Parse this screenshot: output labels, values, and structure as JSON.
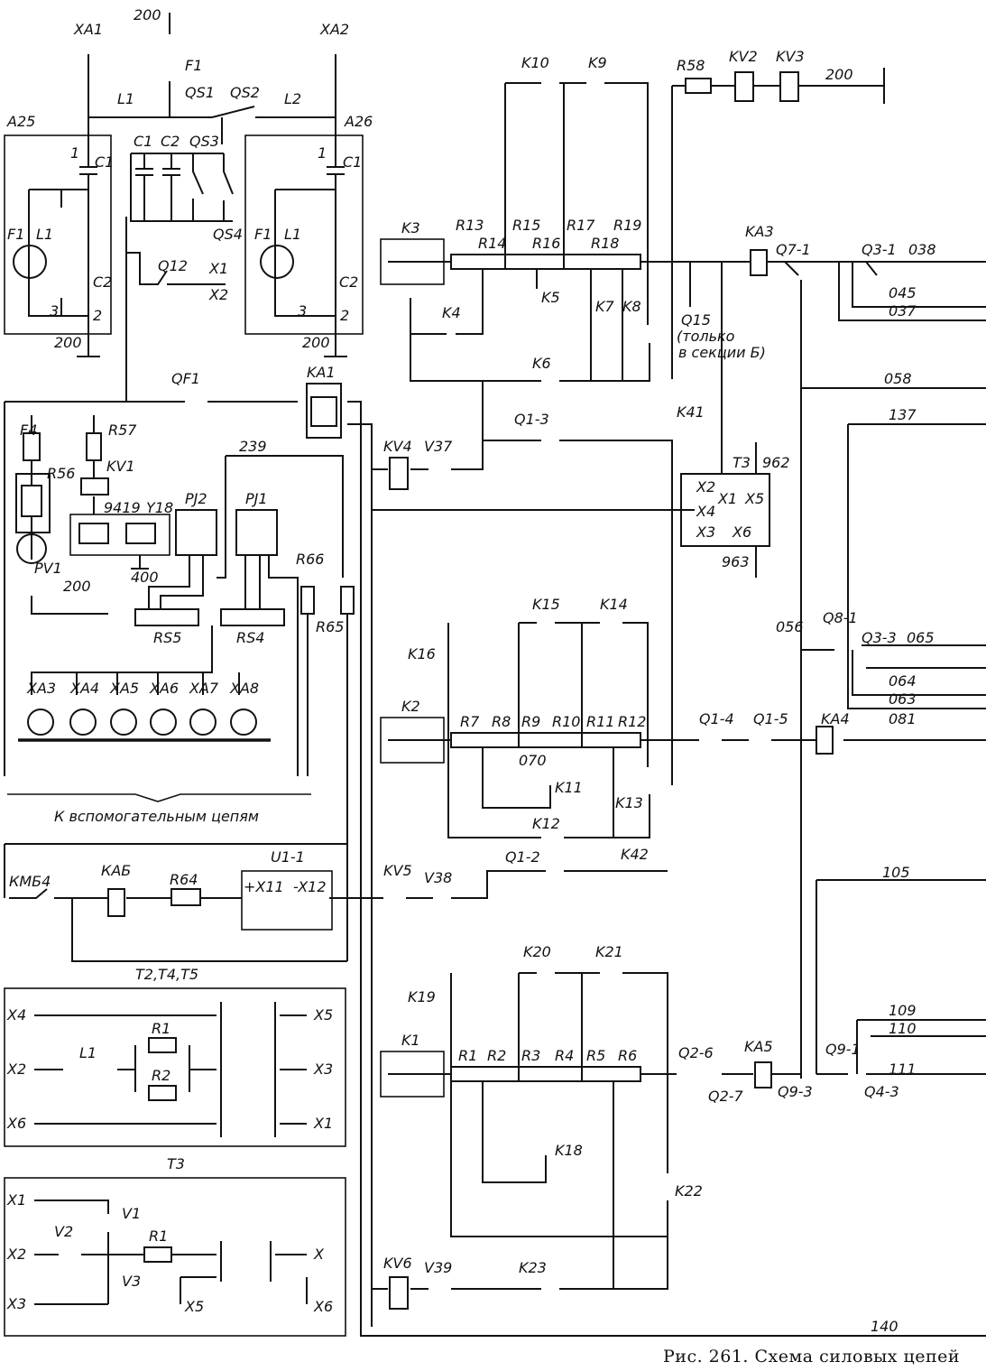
{
  "caption": "Рис. 261. Схема силовых цепей",
  "aux_circuits_label": "К вспомогательным цепям",
  "t_group_title": "Т2,Т4,Т5",
  "t3_title": "Т3",
  "q15_note": [
    "Q15",
    "(только",
    "в секции Б)"
  ],
  "labels": {
    "XA1": "XA1",
    "XA2": "XA2",
    "F1": "F1",
    "n200": "200",
    "L1": "L1",
    "L2": "L2",
    "QS1": "QS1",
    "QS2": "QS2",
    "A25": "A25",
    "A26": "A26",
    "C1": "C1",
    "C2": "C2",
    "QS3": "QS3",
    "QS4": "QS4",
    "Q12": "Q12",
    "X1": "X1",
    "X2": "X2",
    "X3": "X3",
    "X4": "X4",
    "X5": "X5",
    "X6": "X6",
    "X": "X",
    "n1": "1",
    "n2": "2",
    "n3": "3",
    "QF1": "QF1",
    "KA1": "KA1",
    "F4": "F4",
    "R57": "R57",
    "R56": "R56",
    "KV1": "KV1",
    "n9419": "9419",
    "Y18": "Y18",
    "n400": "400",
    "PJ2": "PJ2",
    "PJ1": "PJ1",
    "n239": "239",
    "R66": "R66",
    "R65": "R65",
    "PV1": "PV1",
    "RS5": "RS5",
    "RS4": "RS4",
    "XA3": "XA3",
    "XA4": "XA4",
    "XA5": "XA5",
    "XA6": "XA6",
    "XA7": "XA7",
    "XA8": "XA8",
    "KMB4": "КМБ4",
    "KAB": "КАБ",
    "R64": "R64",
    "U1_1": "U1-1",
    "pX11": "+X11",
    "mX12": "-X12",
    "R1": "R1",
    "R2": "R2",
    "R3": "R3",
    "R4": "R4",
    "R5": "R5",
    "R6": "R6",
    "R7": "R7",
    "R8": "R8",
    "R9": "R9",
    "R10": "R10",
    "R11": "R11",
    "R12": "R12",
    "R13": "R13",
    "R14": "R14",
    "R15": "R15",
    "R16": "R16",
    "R17": "R17",
    "R18": "R18",
    "R19": "R19",
    "R58": "R58",
    "V1": "V1",
    "V2": "V2",
    "V3": "V3",
    "V37": "V37",
    "V38": "V38",
    "V39": "V39",
    "K1": "K1",
    "K2": "K2",
    "K3": "K3",
    "K4": "K4",
    "K5": "K5",
    "K6": "K6",
    "K7": "K7",
    "K8": "K8",
    "K9": "K9",
    "K10": "K10",
    "K11": "K11",
    "K12": "K12",
    "K13": "K13",
    "K14": "K14",
    "K15": "K15",
    "K16": "K16",
    "K18": "K18",
    "K19": "K19",
    "K20": "K20",
    "K21": "K21",
    "K22": "K22",
    "K23": "K23",
    "K41": "K41",
    "K42": "K42",
    "KV2": "KV2",
    "KV3": "KV3",
    "KV4": "KV4",
    "KV5": "KV5",
    "KV6": "KV6",
    "KA3": "KA3",
    "KA4": "KA4",
    "KA5": "KA5",
    "Q7_1": "Q7-1",
    "Q3_1": "Q3-1",
    "Q1_3": "Q1-3",
    "Q1_2": "Q1-2",
    "Q1_4": "Q1-4",
    "Q1_5": "Q1-5",
    "Q8_1": "Q8-1",
    "Q3_3": "Q3-3",
    "Q2_6": "Q2-6",
    "Q2_7": "Q2-7",
    "Q9_3": "Q9-3",
    "Q9_1": "Q9-1",
    "Q4_3": "Q4-3",
    "T3": "T3",
    "n962": "962",
    "n963": "963",
    "n038": "038",
    "n045": "045",
    "n037": "037",
    "n058": "058",
    "n137": "137",
    "n056": "056",
    "n065": "065",
    "n064": "064",
    "n063": "063",
    "n081": "081",
    "n070": "070",
    "n105": "105",
    "n109": "109",
    "n110": "110",
    "n111": "111",
    "n140": "140"
  }
}
